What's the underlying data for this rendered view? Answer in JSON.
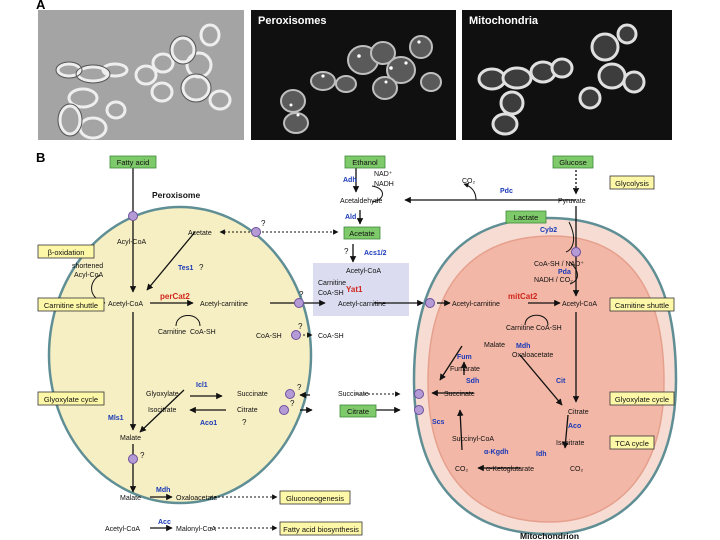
{
  "panels": {
    "a_letter": "A",
    "b_letter": "B",
    "fluor_peroxisomes": "Peroxisomes",
    "fluor_mitochondria": "Mitochondria"
  },
  "green_boxes": {
    "fatty_acid": "Fatty acid",
    "ethanol": "Ethanol",
    "glucose": "Glucose",
    "lactate": "Lactate",
    "acetate_mid": "Acetate",
    "citrate_mid": "Citrate"
  },
  "yellow_boxes": {
    "glycolysis": "Glycolysis",
    "beta_oxidation": "β-oxidation",
    "carnitine_left": "Carnitine shuttle",
    "carnitine_right": "Carnitine shuttle",
    "glyoxylate_left": "Glyoxylate cycle",
    "glyoxylate_right": "Glyoxylate cycle",
    "tca": "TCA cycle",
    "gluconeogenesis": "Gluconeogenesis",
    "fatty_acid_bio": "Fatty acid biosynthesis"
  },
  "organelles": {
    "peroxisome": "Peroxisome",
    "mitochondrion": "Mitochondrion"
  },
  "metabolites": {
    "acyl_coa": "Acyl-CoA",
    "acetate_perox": "Acetate",
    "shortened": "shortened",
    "shortened2": "Acyl-CoA",
    "acetyl_coa_perox": "Acetyl-CoA",
    "acetyl_carnitine_perox": "Acetyl-carnitine",
    "carnitine_perox": "Carnitine",
    "coash_perox": "CoA-SH",
    "coash_perox2": "CoA-SH",
    "coash_out": "CoA-SH",
    "glyoxylate": "Glyoxylate",
    "succinate_perox": "Succinate",
    "isocitrate_perox": "Isocitrate",
    "citrate_perox": "Citrate",
    "malate_perox": "Malate",
    "malate_cyto": "Malate",
    "oxaloacetate_cyto": "Oxaloacetate",
    "acetyl_coa_cyto": "Acetyl-CoA",
    "malonyl_coa": "Malonyl-CoA",
    "acetaldehyde": "Acetaldehyde",
    "nad": "NAD⁺",
    "nadh": "NADH",
    "co2_top": "CO₂",
    "pyruvate": "Pyruvate",
    "acetyl_coa_yet": "Acetyl-CoA",
    "carnitine_yet": "Carnitine",
    "coash_yet": "CoA-SH",
    "acetyl_carnitine_yet": "Acetyl-carnitine",
    "succinate_cyto": "Succinate",
    "coash_nad_mito": "CoA-SH / NAD⁺",
    "nadh_co2_mito": "NADH / CO₂",
    "acetyl_carnitine_mito": "Acetyl-carnitine",
    "acetyl_coa_mito": "Acetyl-CoA",
    "carnitine_mito": "Carnitine",
    "coash_mito": "CoA-SH",
    "malate_mito": "Malate",
    "oxaloacetate_mito": "Oxaloacetate",
    "fumarate": "Fumarate",
    "succinate_mito": "Succinate",
    "citrate_mito": "Citrate",
    "succinyl_coa": "Succinyl-CoA",
    "isocitrate_mito": "Isocitrate",
    "akg": "α-Ketoglutarate",
    "co2_mito1": "CO₂",
    "co2_mito2": "CO₂"
  },
  "enzymes_blue": {
    "tes": "Tes1",
    "icl": "Icl1",
    "mls": "Mls1",
    "aco_perox": "Aco1",
    "mdh_cyto": "Mdh",
    "acc": "Acc",
    "adh": "Adh",
    "ald": "Ald",
    "acs": "Acs1/2",
    "pdc": "Pdc",
    "cyb2": "Cyb2",
    "pda": "Pda",
    "mdh_mito": "Mdh",
    "fum": "Fum",
    "sdh": "Sdh",
    "cit": "Cit",
    "aco_mito": "Aco",
    "scs": "Scs",
    "akgdh": "α-Kgdh",
    "idh": "Idh"
  },
  "enzymes_red": {
    "percat2": "perCat2",
    "yat1": "Yat1",
    "mitcat2": "mitCat2"
  },
  "question_marks": {
    "q": "?"
  },
  "colors": {
    "peroxisome_fill": "#f7efc4",
    "mito_outer": "#f6dcd2",
    "mito_inner": "#f2b7a6",
    "membrane": "#5f8f95",
    "green_box": "#7ec96a",
    "yellow_box": "#fdf7a8",
    "enzyme_blue": "#1a39b8",
    "enzyme_red": "#d0271d",
    "transporter": "#b59bd6"
  }
}
